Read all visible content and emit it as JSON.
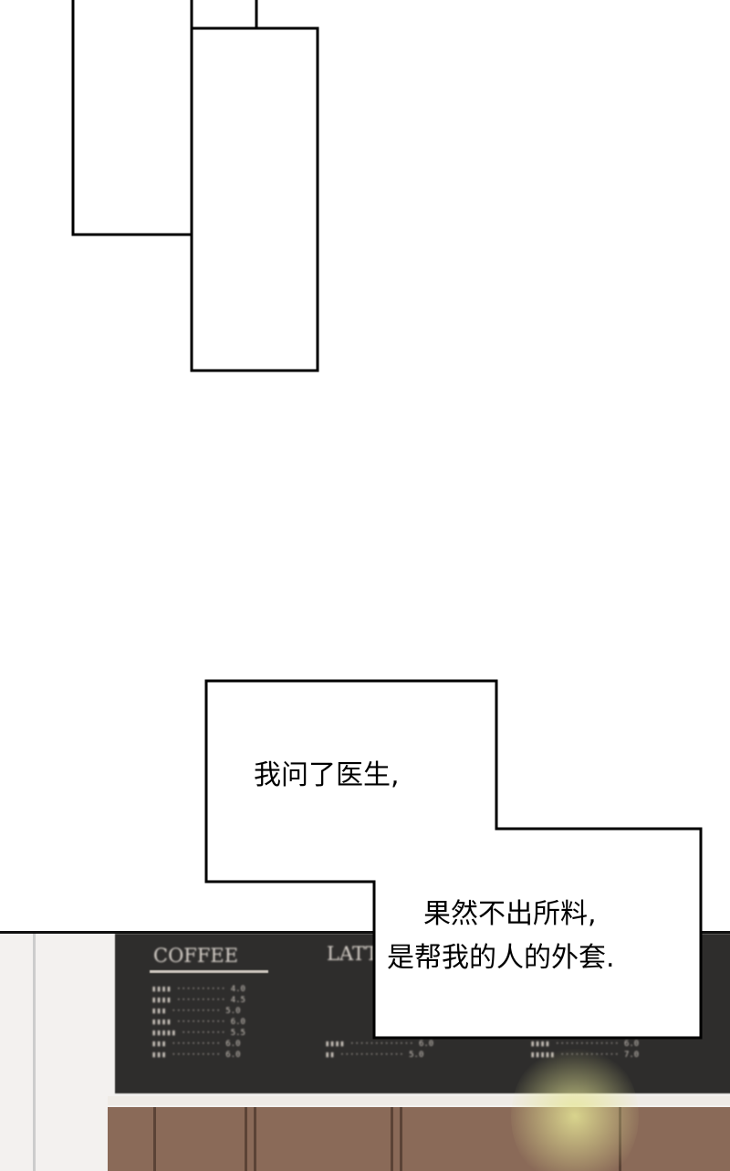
{
  "captions": {
    "line1": "我问了医生,",
    "line2a": "果然不出所料,",
    "line2b": "是帮我的人的外套."
  },
  "menu_board": {
    "coffee_title": "COFFEE",
    "latte_title": "LATTE",
    "coffee_prices": [
      "4.0",
      "4.5",
      "5.0",
      "6.0",
      "5.5",
      "6.0",
      "6.0"
    ],
    "latte_prices": [
      "6.0",
      "5.0"
    ],
    "right_prices": [
      "6.0",
      "7.0"
    ]
  }
}
